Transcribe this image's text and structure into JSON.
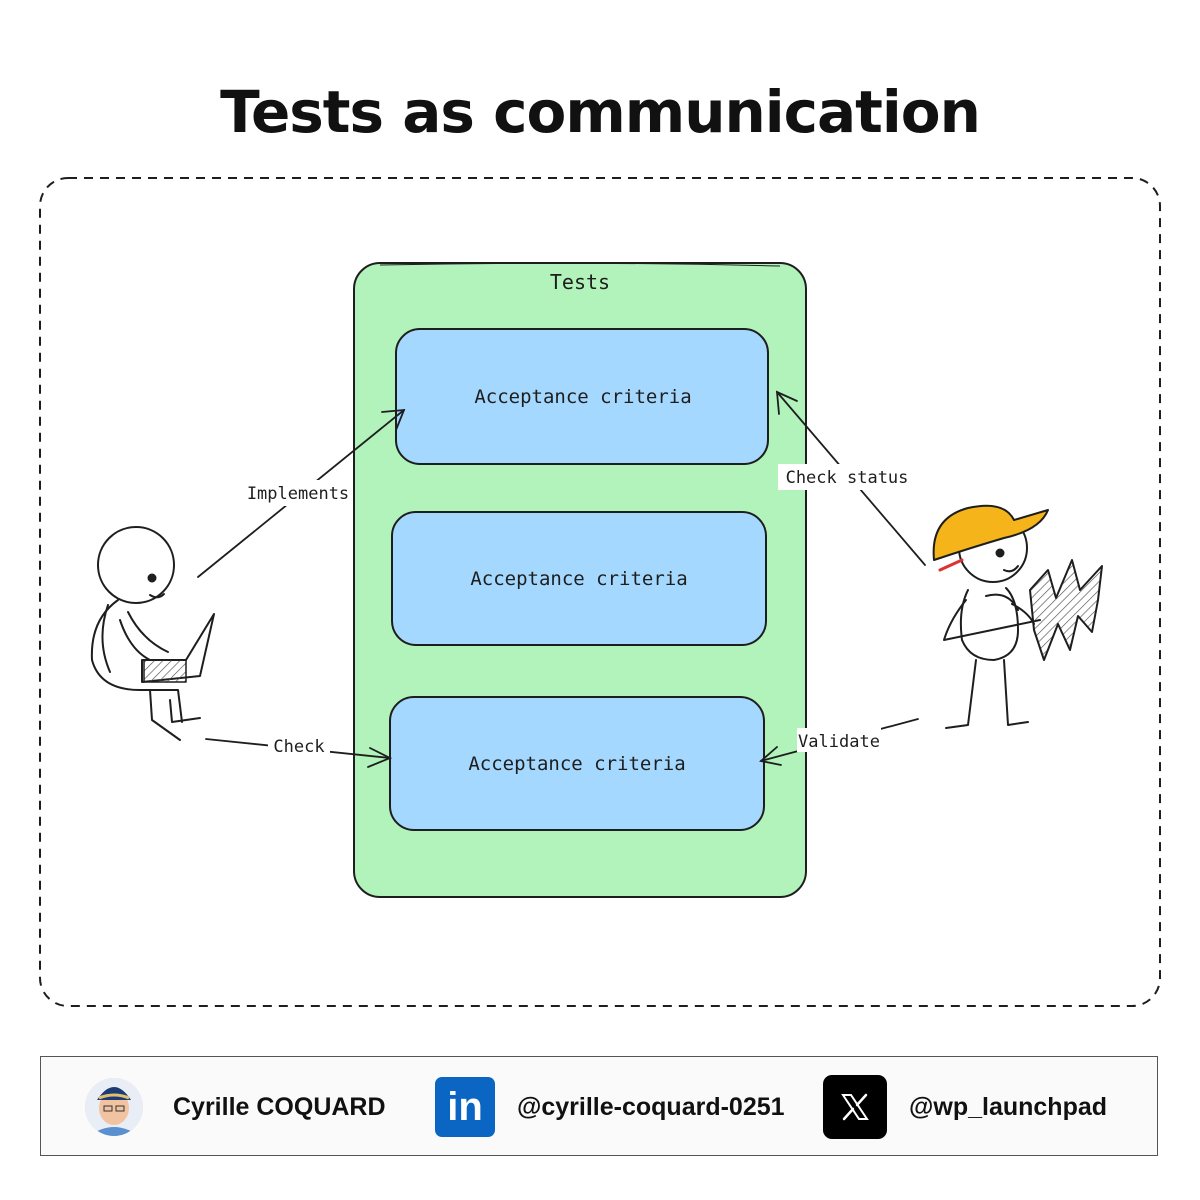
{
  "title": "Tests as communication",
  "diagram": {
    "container_label": "Tests",
    "criteria": [
      "Acceptance criteria",
      "Acceptance criteria",
      "Acceptance criteria"
    ],
    "arrows": {
      "implements": "Implements",
      "check": "Check",
      "check_status": "Check status",
      "validate": "Validate"
    }
  },
  "colors": {
    "tests_fill": "#b2f2bb",
    "criteria_fill": "#a5d8ff",
    "hat": "#f5b41a",
    "linkedin": "#0a66c2"
  },
  "footer": {
    "author": "Cyrille COQUARD",
    "linkedin": "@cyrille-coquard-0251",
    "twitter": "@wp_launchpad",
    "icons": [
      "avatar-photo",
      "linkedin-icon",
      "x-icon"
    ]
  }
}
